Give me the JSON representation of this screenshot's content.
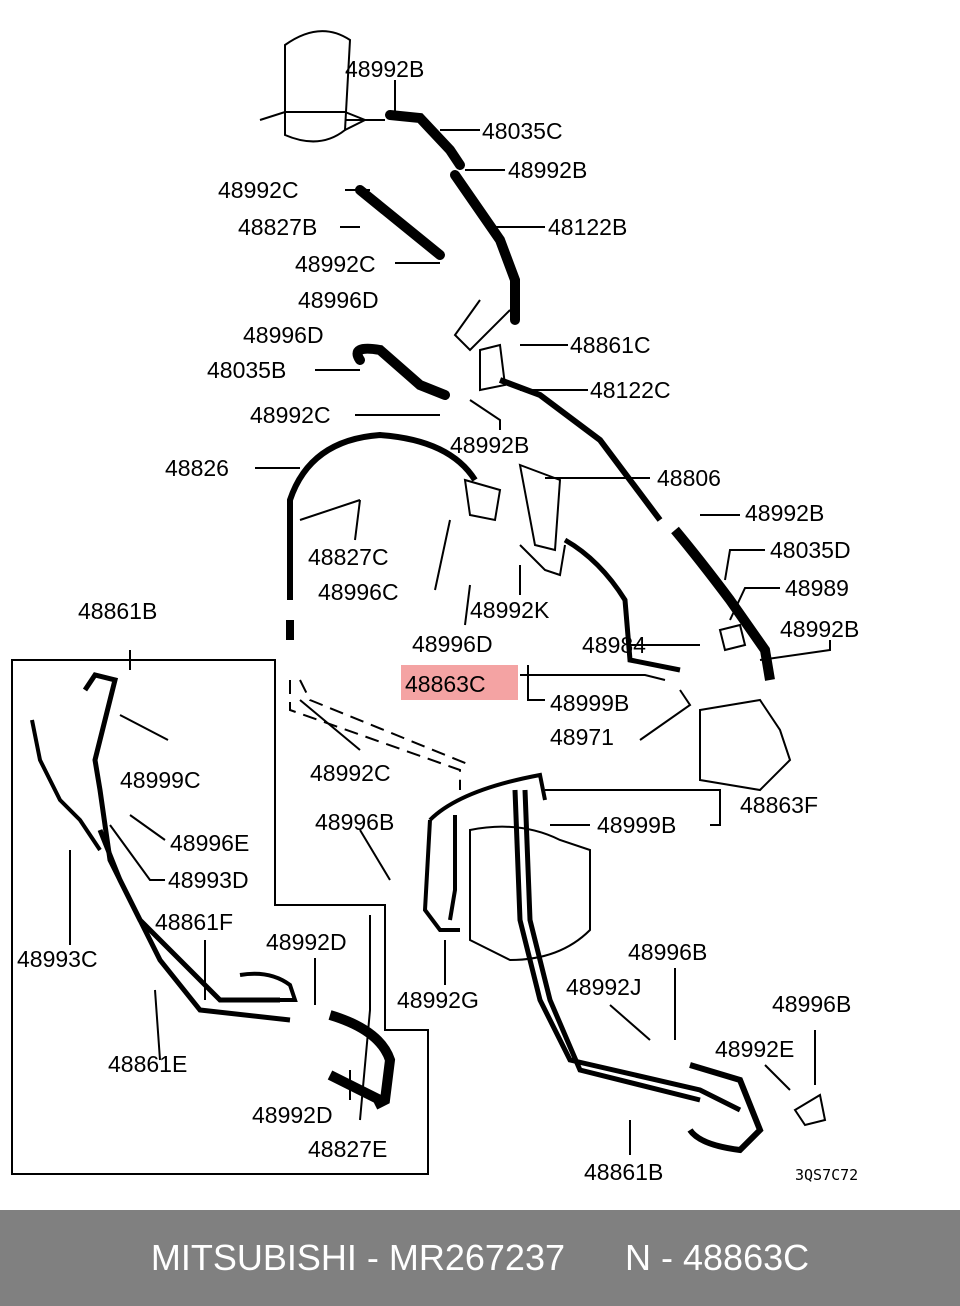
{
  "diagram": {
    "code": "3QS7C72",
    "highlighted_part": "48863C",
    "highlight_color": "#f4a3a3",
    "labels": [
      "48992B",
      "48035C",
      "48992B",
      "48992C",
      "48827B",
      "48122B",
      "48992C",
      "48996D",
      "48996D",
      "48861C",
      "48035B",
      "48122C",
      "48992C",
      "48992B",
      "48826",
      "48806",
      "48827C",
      "48992B",
      "48996C",
      "48035D",
      "48992K",
      "48989",
      "48861B",
      "48996D",
      "48984",
      "48992B",
      "48863C",
      "48999B",
      "48971",
      "48999C",
      "48992C",
      "48863F",
      "48996B",
      "48999B",
      "48996E",
      "48993D",
      "48861F",
      "48993C",
      "48992D",
      "48992G",
      "48996B",
      "48992J",
      "48996B",
      "48861E",
      "48992E",
      "48992D",
      "48827E",
      "48861B"
    ]
  },
  "footer": {
    "left": "MITSUBISHI - MR267237",
    "right": "N - 48863C",
    "background": "#808080"
  }
}
